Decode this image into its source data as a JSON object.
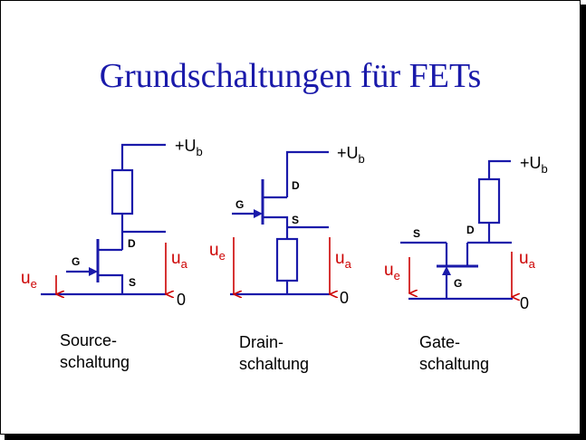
{
  "title": "Grundschaltungen für FETs",
  "supply": {
    "plus": "+U",
    "sub": "b"
  },
  "ground": "0",
  "input": {
    "u": "u",
    "sub": "e"
  },
  "output": {
    "u": "u",
    "sub": "a"
  },
  "terminals": {
    "gate": "G",
    "drain": "D",
    "source": "S"
  },
  "captions": [
    {
      "line1": "Source-",
      "line2": "schaltung"
    },
    {
      "line1": "Drain-",
      "line2": "schaltung"
    },
    {
      "line1": "Gate-",
      "line2": "schaltung"
    }
  ],
  "colors": {
    "title": "#1a1aaa",
    "wire": "#1a1aaa",
    "signal": "#cc0000"
  }
}
